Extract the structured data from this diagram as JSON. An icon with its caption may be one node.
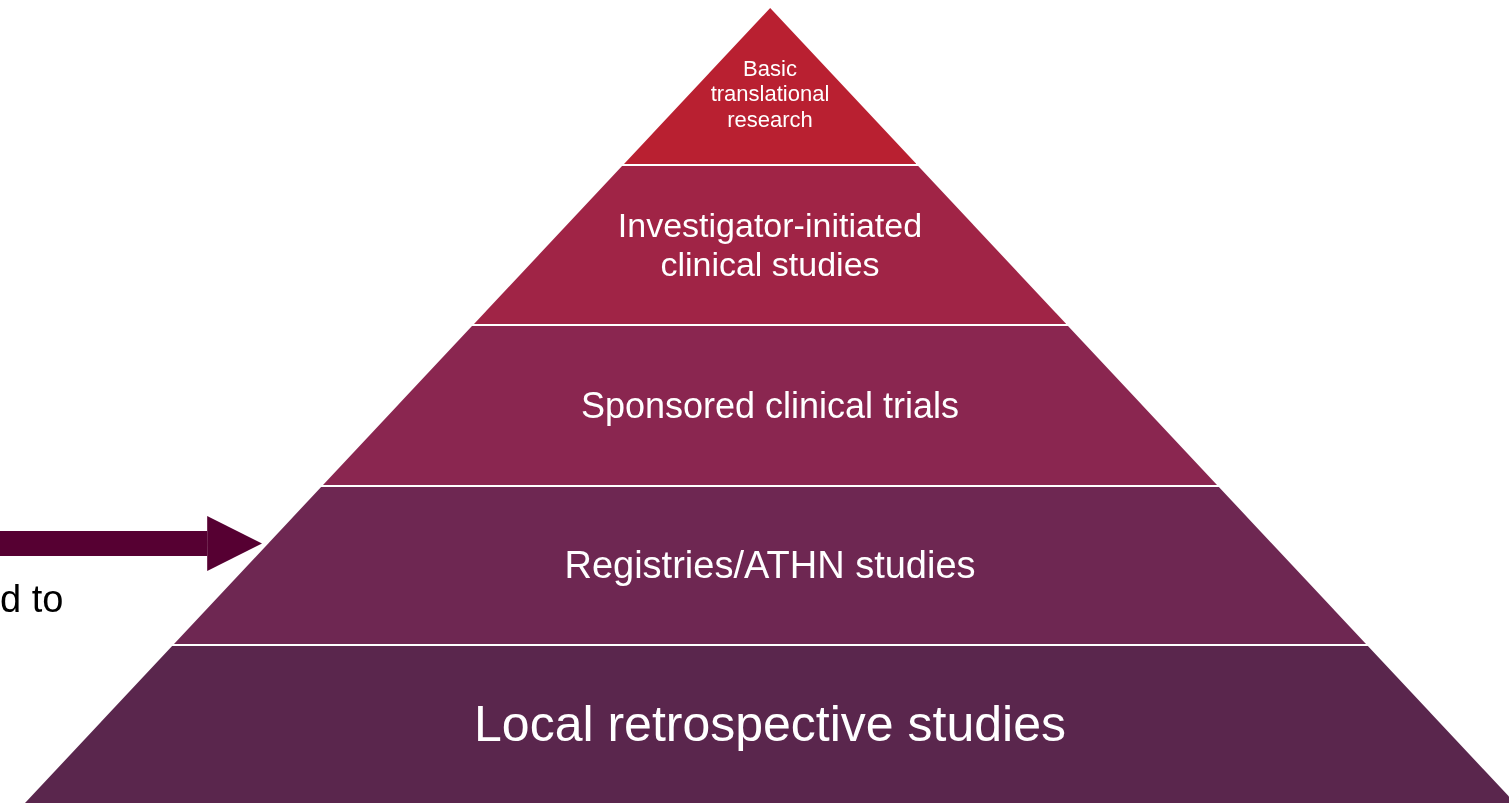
{
  "diagram": {
    "nodes": [
      {
        "text": [
          "Basic translational research"
        ]
      },
      {
        "text": [
          "Investigator-initiated clinical studies"
        ]
      },
      {
        "text": [
          "Sponsored clinical trials"
        ]
      },
      {
        "text": [
          "Registries/ATHN studies"
        ]
      },
      {
        "text": [
          "Local retrospective studies"
        ]
      }
    ],
    "edges": [
      {
        "from": null,
        "to": 3,
        "arrow": "to"
      }
    ],
    "labels": [
      "d to"
    ]
  }
}
